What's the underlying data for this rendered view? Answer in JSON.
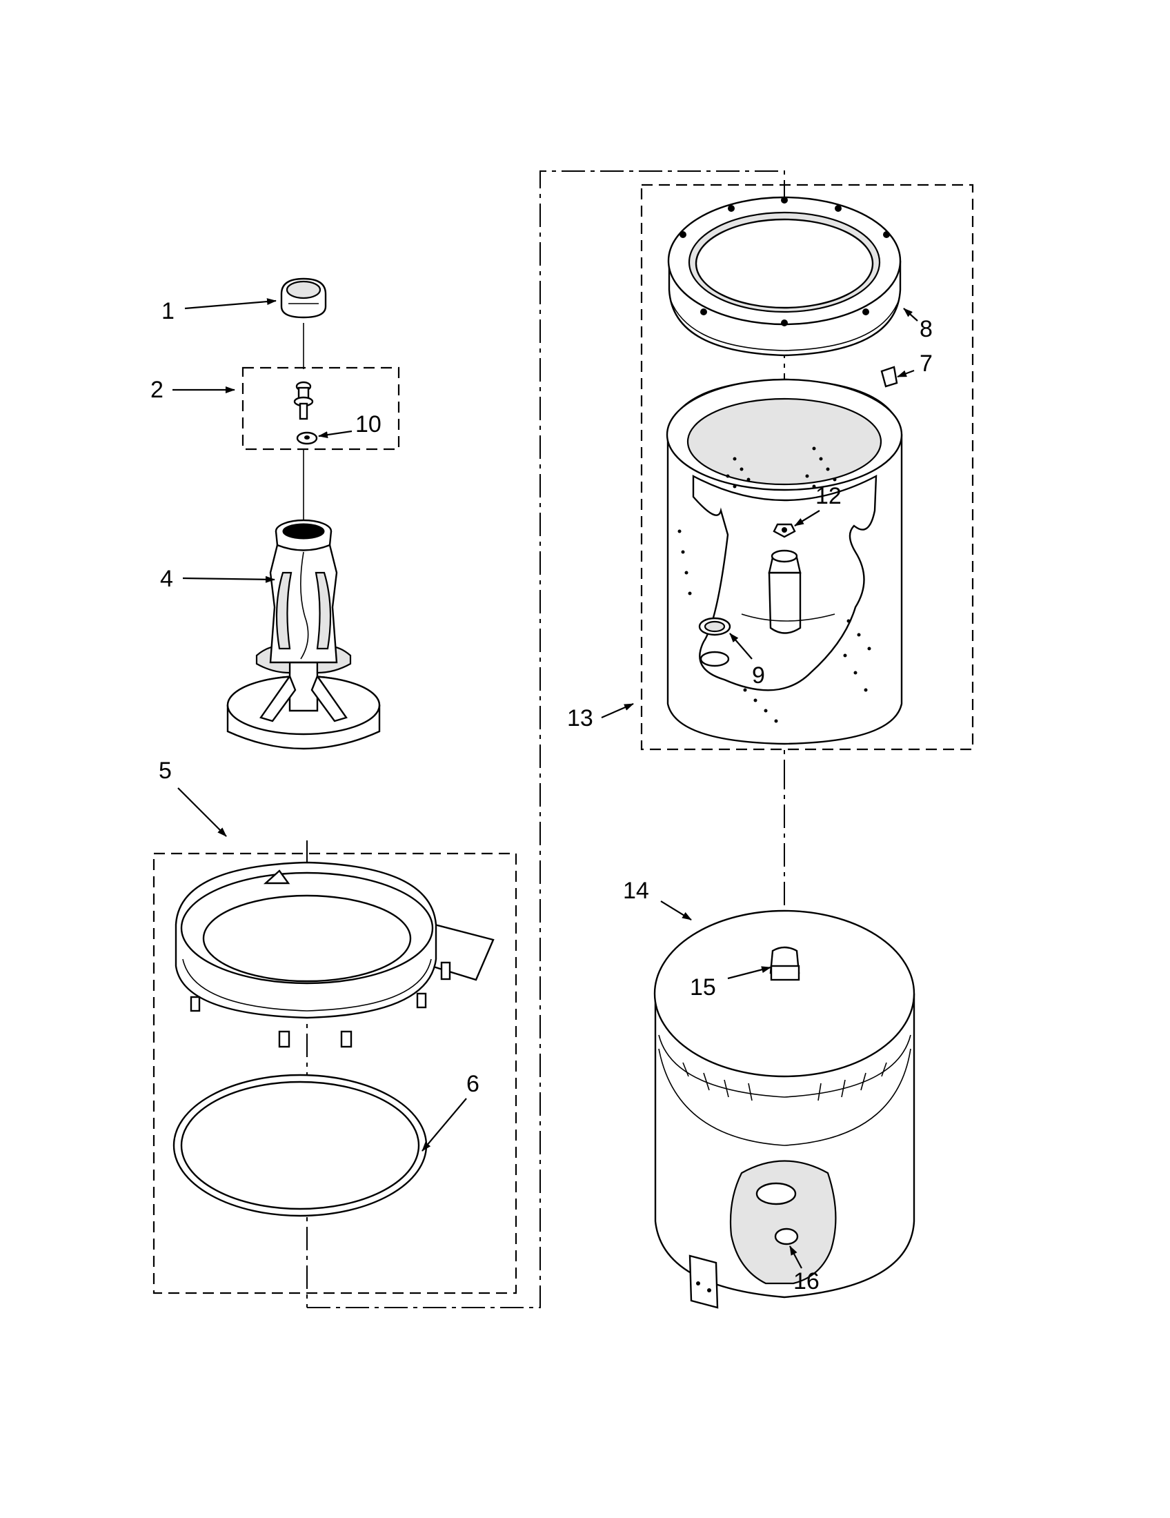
{
  "callouts": {
    "c1": "1",
    "c2": "2",
    "c4": "4",
    "c5": "5",
    "c6": "6",
    "c7": "7",
    "c8": "8",
    "c9": "9",
    "c10": "10",
    "c12": "12",
    "c13": "13",
    "c14": "14",
    "c15": "15",
    "c16": "16"
  }
}
